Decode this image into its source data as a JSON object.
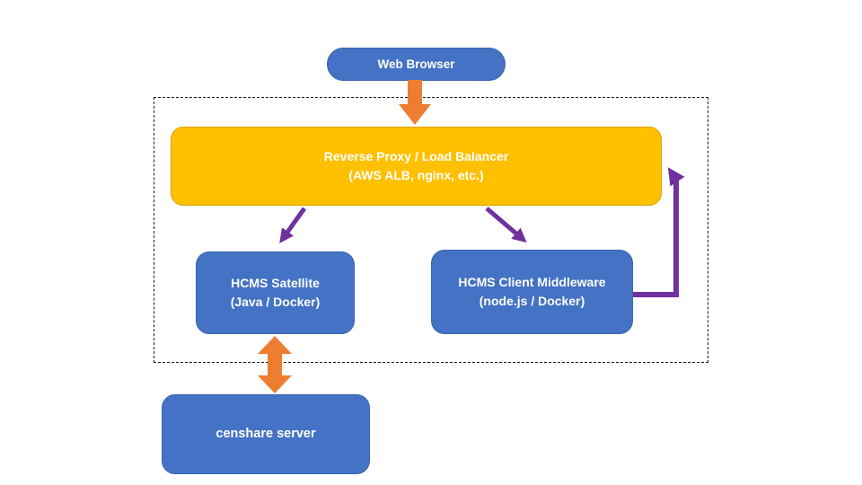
{
  "nodes": {
    "web_browser": {
      "label": "Web Browser"
    },
    "reverse_proxy": {
      "line1": "Reverse Proxy / Load Balancer",
      "line2": "(AWS ALB, nginx, etc.)"
    },
    "hcms_satellite": {
      "line1": "HCMS Satellite",
      "line2": "(Java / Docker)"
    },
    "hcms_client_middleware": {
      "line1": "HCMS Client Middleware",
      "line2": "(node.js / Docker)"
    },
    "censhare_server": {
      "label": "censhare server"
    }
  },
  "colors": {
    "node_blue": "#4472C4",
    "node_blue_border": "#3A64AE",
    "node_orange": "#FFC000",
    "node_orange_border": "#D89E00",
    "arrow_orange": "#ED7D31",
    "arrow_purple": "#7030A0",
    "boundary_line": "#1A1A1A",
    "label_text": "#FFFFFF"
  },
  "edges": [
    {
      "from": "web_browser",
      "to": "reverse_proxy",
      "style": "orange-block-arrow",
      "direction": "down"
    },
    {
      "from": "reverse_proxy",
      "to": "hcms_satellite",
      "style": "purple-arrow",
      "direction": "down-left"
    },
    {
      "from": "reverse_proxy",
      "to": "hcms_client_middleware",
      "style": "purple-arrow",
      "direction": "down-right"
    },
    {
      "from": "hcms_client_middleware",
      "to": "reverse_proxy",
      "style": "purple-elbow-arrow",
      "direction": "right-then-up"
    },
    {
      "from": "hcms_satellite",
      "to": "censhare_server",
      "style": "orange-block-arrow",
      "direction": "both"
    }
  ]
}
